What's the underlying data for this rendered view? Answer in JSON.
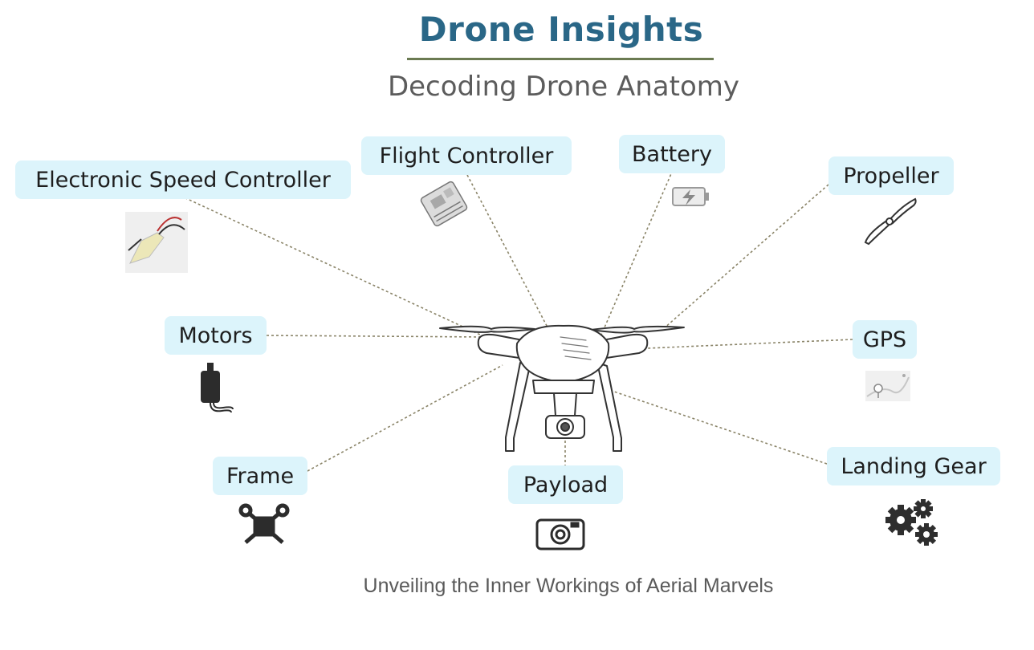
{
  "header": {
    "title": "Drone Insights",
    "subtitle": "Decoding Drone Anatomy"
  },
  "components": {
    "esc": "Electronic Speed Controller",
    "flight_controller": "Flight Controller",
    "battery": "Battery",
    "propeller": "Propeller",
    "motors": "Motors",
    "gps": "GPS",
    "frame": "Frame",
    "payload": "Payload",
    "landing_gear": "Landing Gear"
  },
  "footer": {
    "caption": "Unveiling the Inner Workings of Aerial Marvels"
  },
  "colors": {
    "title": "#2a6787",
    "label_background": "#dcf4fb",
    "leader_line": "#8a8468",
    "rule": "#6b7a52"
  },
  "icons": {
    "esc": "esc-photo-icon",
    "flight_controller": "circuit-board-icon",
    "battery": "battery-charging-icon",
    "propeller": "propeller-icon",
    "motors": "motor-icon",
    "gps": "map-pin-icon",
    "frame": "quad-frame-icon",
    "payload": "camera-icon",
    "landing_gear": "gears-icon"
  }
}
